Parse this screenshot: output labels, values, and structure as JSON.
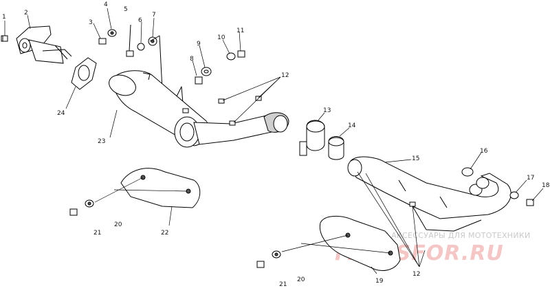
{
  "watermark": {
    "caption": "ЗАПЧАСТИ И АКСЕССУАРЫ ДЛЯ МОТОТЕХНИКИ",
    "site": "PARTSFOR.RU"
  },
  "callouts": [
    {
      "id": "c1",
      "text": "1"
    },
    {
      "id": "c2",
      "text": "2"
    },
    {
      "id": "c3",
      "text": "3"
    },
    {
      "id": "c4",
      "text": "4"
    },
    {
      "id": "c5",
      "text": "5"
    },
    {
      "id": "c6",
      "text": "6"
    },
    {
      "id": "c7",
      "text": "7"
    },
    {
      "id": "c8",
      "text": "8"
    },
    {
      "id": "c9",
      "text": "9"
    },
    {
      "id": "c10",
      "text": "10"
    },
    {
      "id": "c11",
      "text": "11"
    },
    {
      "id": "c12a",
      "text": "12"
    },
    {
      "id": "c13",
      "text": "13"
    },
    {
      "id": "c14",
      "text": "14"
    },
    {
      "id": "c15",
      "text": "15"
    },
    {
      "id": "c16",
      "text": "16"
    },
    {
      "id": "c17",
      "text": "17"
    },
    {
      "id": "c18",
      "text": "18"
    },
    {
      "id": "c12b",
      "text": "12"
    },
    {
      "id": "c19",
      "text": "19"
    },
    {
      "id": "c20a",
      "text": "20"
    },
    {
      "id": "c20b",
      "text": "20"
    },
    {
      "id": "c21a",
      "text": "21"
    },
    {
      "id": "c21b",
      "text": "21"
    },
    {
      "id": "c22",
      "text": "22"
    },
    {
      "id": "c23",
      "text": "23"
    },
    {
      "id": "c24",
      "text": "24"
    }
  ]
}
